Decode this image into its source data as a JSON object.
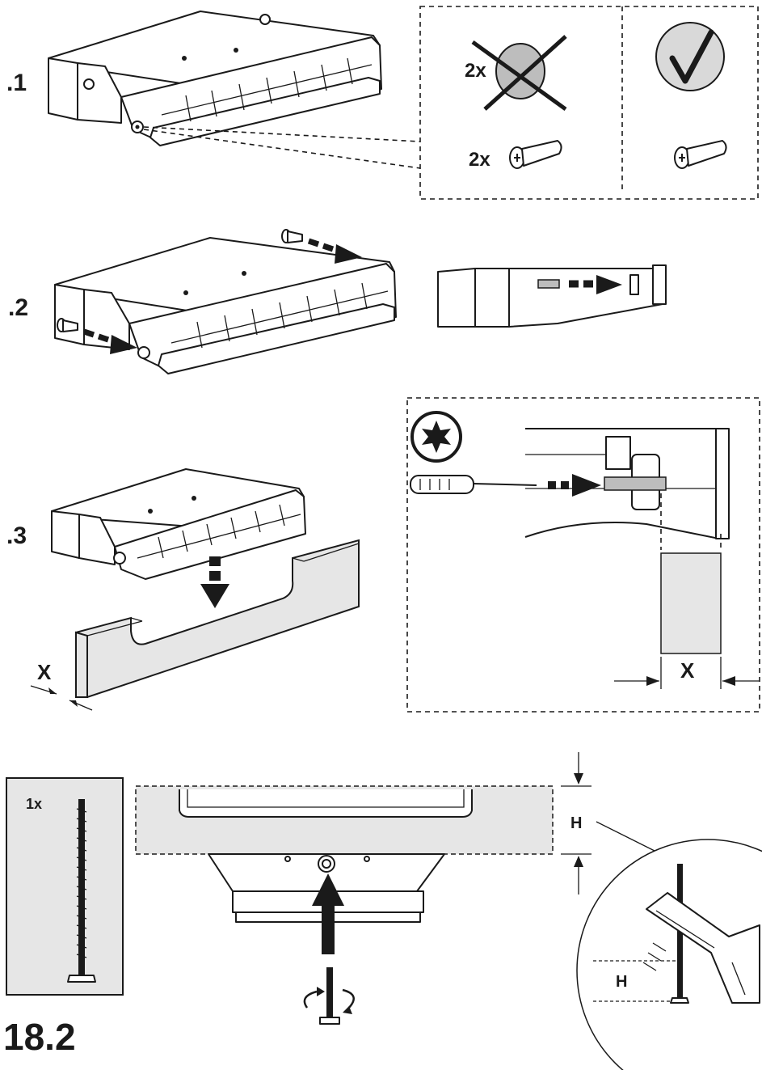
{
  "steps": {
    "step1": ".1",
    "step2": ".2",
    "step3": ".3"
  },
  "step1_callout": {
    "qty_cap": "2x",
    "qty_screw": "2x"
  },
  "step3": {
    "dimension_left": "X",
    "dimension_right": "X"
  },
  "step4": {
    "qty_bolt": "1x",
    "height_label": "H",
    "height_detail_label": "H"
  },
  "figure_number": "18.2",
  "colors": {
    "line": "#1a1a1a",
    "panel": "#e6e6e6",
    "check_circle": "#d9d9d9"
  }
}
